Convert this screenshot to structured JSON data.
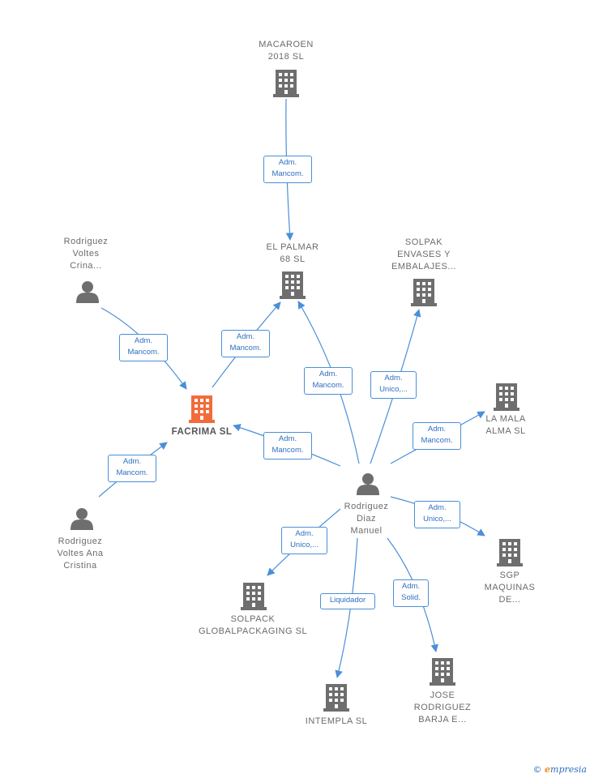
{
  "colors": {
    "edge": "#4a8fd8",
    "company": "#6e6e6e",
    "company_main": "#f26b3a",
    "person": "#6e6e6e"
  },
  "nodes": {
    "macaroen": {
      "label": "MACAROEN\n2018  SL",
      "icon": "building-icon"
    },
    "el_palmar": {
      "label": "EL PALMAR\n68 SL",
      "icon": "building-icon"
    },
    "solpak": {
      "label": "SOLPAK\nENVASES Y\nEMBALAJES...",
      "icon": "building-icon"
    },
    "rv_crina": {
      "label": "Rodriguez\nVoltes\nCrina...",
      "icon": "person-icon"
    },
    "facrima": {
      "label": "FACRIMA  SL",
      "icon": "building-icon"
    },
    "la_mala": {
      "label": "LA MALA\nALMA  SL",
      "icon": "building-icon"
    },
    "rv_ana": {
      "label": "Rodriguez\nVoltes Ana\nCristina",
      "icon": "person-icon"
    },
    "rdm": {
      "label": "Rodriguez\nDiaz\nManuel",
      "icon": "person-icon"
    },
    "sgp": {
      "label": "SGP\nMAQUINAS\nDE...",
      "icon": "building-icon"
    },
    "solpack_gp": {
      "label": "SOLPACK\nGLOBALPACKAGING SL",
      "icon": "building-icon"
    },
    "intempla": {
      "label": "INTEMPLA SL",
      "icon": "building-icon"
    },
    "jose": {
      "label": "JOSE\nRODRIGUEZ\nBARJA E...",
      "icon": "building-icon"
    }
  },
  "edges": {
    "macaroen_elpalmar": "Adm.\nMancom.",
    "crina_facrima": "Adm.\nMancom.",
    "facrima_elpalmar": "Adm.\nMancom.",
    "rdm_elpalmar": "Adm.\nMancom.",
    "rdm_solpak": "Adm.\nUnico,...",
    "rdm_lamala": "Adm.\nMancom.",
    "rdm_facrima": "Adm.\nMancom.",
    "ana_facrima": "Adm.\nMancom.",
    "rdm_sgp": "Adm.\nUnico,...",
    "rdm_solpackgp": "Adm.\nUnico,...",
    "rdm_intempla": "Liquidador",
    "rdm_jose": "Adm.\nSolid."
  },
  "footer": {
    "copyright": "©",
    "brand_initial": "e",
    "brand_rest": "mpresia"
  }
}
